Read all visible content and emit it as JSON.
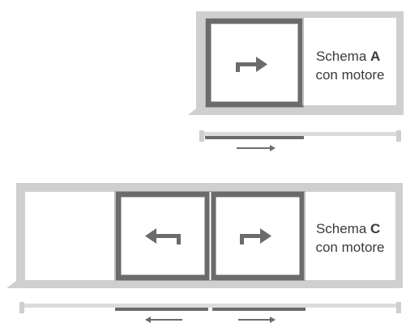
{
  "schema_a": {
    "line1_prefix": "Schema ",
    "line1_letter": "A",
    "line2": "con motore",
    "panel_icon": "arrow-turn-right-icon",
    "track_arrow_direction": "right"
  },
  "schema_c": {
    "line1_prefix": "Schema ",
    "line1_letter": "C",
    "line2": "con motore",
    "left_panel_icon": "arrow-turn-left-icon",
    "right_panel_icon": "arrow-turn-right-icon",
    "track_arrow_directions": [
      "left",
      "right"
    ]
  },
  "colors": {
    "frame": "#cfcfcf",
    "panel": "#6b6b6b",
    "arrow": "#6b6b6b",
    "track": "#dcdcdc"
  }
}
